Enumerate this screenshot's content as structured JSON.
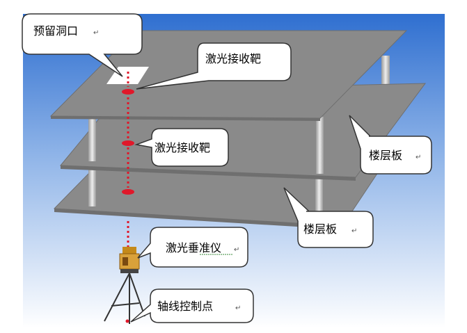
{
  "labels": {
    "reserved_hole": "预留洞口",
    "laser_target_top": "激光接收靶",
    "laser_target_middle": "激光接收靶",
    "floor_slab_upper": "楼层板",
    "floor_slab_lower": "楼层板",
    "laser_plummet": "激光垂准仪",
    "axis_control_point": "轴线控制点"
  },
  "paragraph_mark": "↵",
  "colors": {
    "sky_top": "#2f6fd0",
    "sky_mid": "#8fb4e8",
    "sky_bottom": "#ffffff",
    "slab_top": "#8a8a8a",
    "slab_edge": "#6f6f6f",
    "column": "#c9c9c9",
    "laser": "#e0182a",
    "callout_fill": "#ffffff",
    "callout_stroke": "#333333"
  }
}
